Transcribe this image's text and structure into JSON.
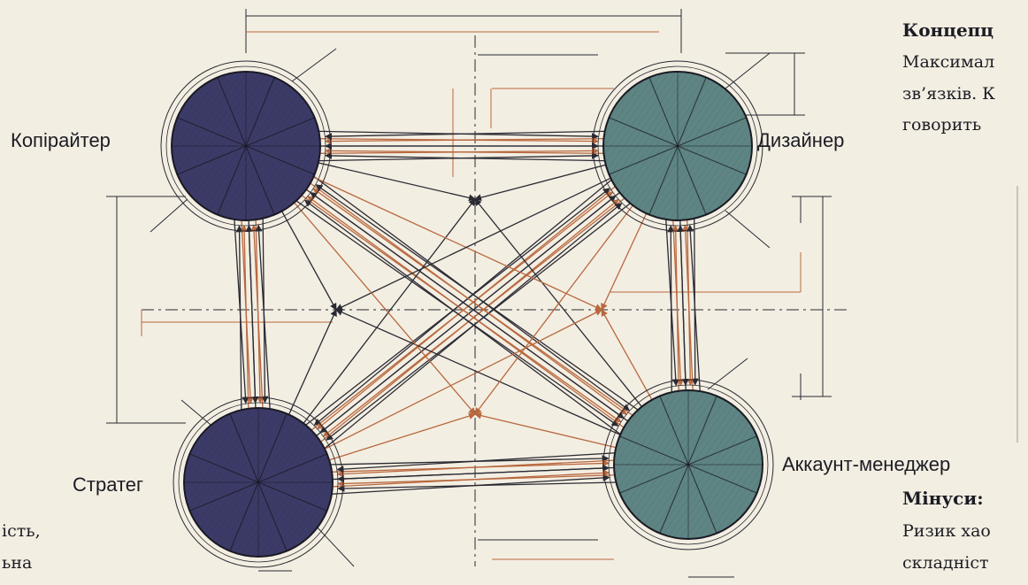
{
  "diagram": {
    "nodes": [
      {
        "id": "copywriter",
        "label": "Копірайтер",
        "color": "#3c3b68"
      },
      {
        "id": "designer",
        "label": "Дизайнер",
        "color": "#5e8583"
      },
      {
        "id": "strategist",
        "label": "Стратег",
        "color": "#3c3b68"
      },
      {
        "id": "account",
        "label": "Аккаунт-менеджер",
        "color": "#5e8583"
      }
    ],
    "edge_colors": {
      "dark": "#2a2a33",
      "accent": "#b8683f"
    }
  },
  "right_text": {
    "concept_title": "Концепц",
    "concept_lines": [
      "Максимал",
      "зв’язків. К",
      "говорить"
    ],
    "cons_title": "Мінуси:",
    "cons_lines": [
      "Ризик хао",
      "складніст"
    ]
  },
  "left_text": {
    "lines": [
      "ість,",
      "ьна"
    ]
  }
}
